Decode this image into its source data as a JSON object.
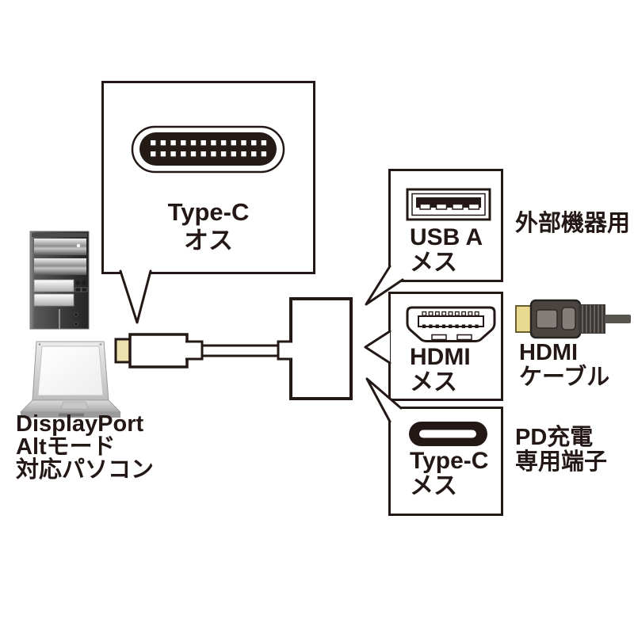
{
  "diagram_type": "connection-diagram",
  "colors": {
    "ink": "#231815",
    "background": "#ffffff",
    "typec_plug_tip_gold": "#ece0ae",
    "hdmi_plug_gold": "#e9da8f",
    "hdmi_cable_body": "#4a4441",
    "port_pin_dark": "#241a16"
  },
  "callout_type_c_male": {
    "port": "Type-C",
    "gender": "オス"
  },
  "callout_usb_a": {
    "port": "USB A",
    "gender": "メス"
  },
  "callout_hdmi": {
    "port": "HDMI",
    "gender": "メス"
  },
  "callout_type_c_female": {
    "port": "Type-C",
    "gender": "メス"
  },
  "annotation_usb_a": "外部機器用",
  "annotation_hdmi_cable": {
    "line1": "HDMI",
    "line2": "ケーブル"
  },
  "annotation_pd": {
    "line1": "PD充電",
    "line2": "専用端子"
  },
  "source_pc_label": {
    "line1": "DisplayPort",
    "line2": "Altモード",
    "line3": "対応パソコン"
  },
  "icons": [
    "desktop-tower-icon",
    "laptop-icon",
    "usb-c-male-plug-face-icon",
    "usb-c-cable-plug-icon",
    "adapter-body-icon",
    "usb-a-female-port-icon",
    "hdmi-female-port-icon",
    "usb-c-female-port-icon",
    "hdmi-cable-plug-icon"
  ]
}
